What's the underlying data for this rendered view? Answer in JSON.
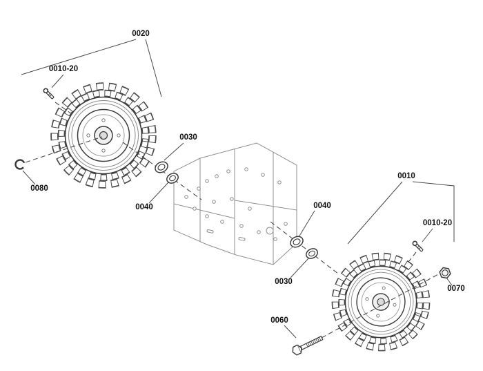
{
  "diagram": {
    "type": "exploded-parts-diagram",
    "background_color": "#ffffff",
    "line_color": "#4a4a4a",
    "label_color": "#111111",
    "callouts": {
      "left_wheel_assembly": "0020",
      "left_klik_pin": "0010-20",
      "left_washer_inner": "0030",
      "left_washer_outer": "0040",
      "retaining_ring": "0080",
      "right_wheel_assembly": "0010",
      "right_klik_pin": "0010-20",
      "right_washer_inner": "0040",
      "right_washer_outer": "0030",
      "hex_nut": "0070",
      "axle_bolt": "0060"
    }
  }
}
